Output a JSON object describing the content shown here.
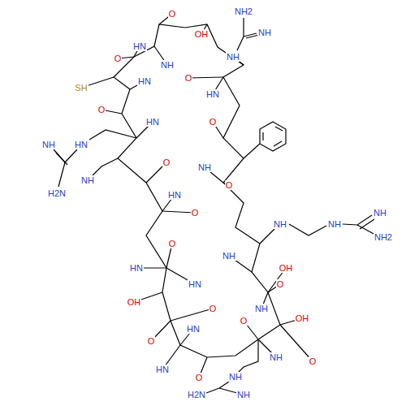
{
  "diagram": {
    "labels": [
      "O",
      "NH2",
      "NH",
      "OH",
      "HN",
      "NH",
      "NH",
      "O",
      "SH",
      "HN",
      "O",
      "HN",
      "O",
      "HN",
      "O",
      "NH",
      "HN",
      "NH",
      "H2N",
      "O",
      "HN",
      "NH",
      "O",
      "O",
      "NH",
      "NH",
      "NH",
      "NH2",
      "OH",
      "O",
      "HN",
      "NH",
      "O",
      "HN",
      "O",
      "OH",
      "HN",
      "NH",
      "OH",
      "O",
      "HN",
      "NH",
      "O",
      "O",
      "O",
      "NH",
      "NH",
      "H2N"
    ]
  }
}
